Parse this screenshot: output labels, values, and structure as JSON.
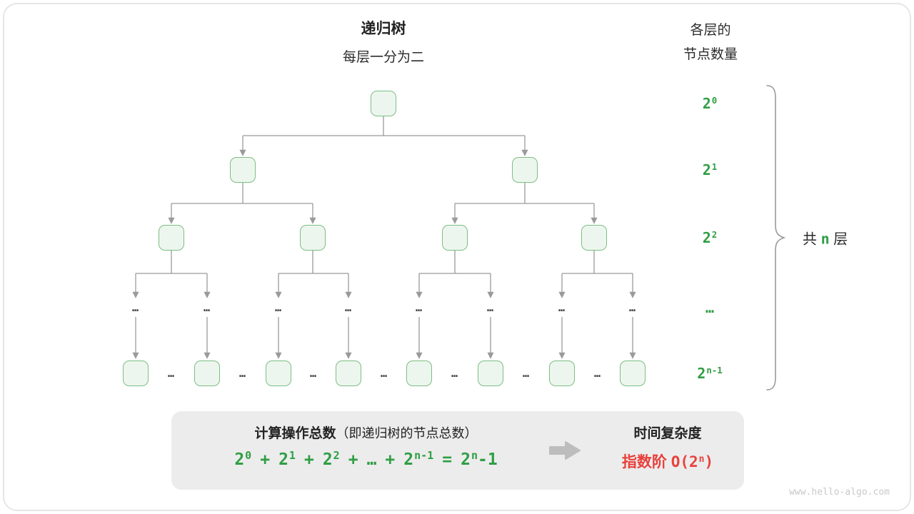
{
  "title": "递归树",
  "subtitle": "每层一分为二",
  "right_header_line1": "各层的",
  "right_header_line2": "节点数量",
  "ellipsis": "…",
  "levels": [
    {
      "base": "2",
      "exp": "0"
    },
    {
      "base": "2",
      "exp": "1"
    },
    {
      "base": "2",
      "exp": "2"
    },
    {
      "ellipsis": "…"
    },
    {
      "base": "2",
      "exp": "n-1"
    }
  ],
  "brace": {
    "pre": "共 ",
    "n": "n",
    "post": " 层"
  },
  "summary": {
    "ops_title": "计算操作总数",
    "ops_note": "（即递归树的节点总数）",
    "formula": {
      "t1": {
        "base": "2",
        "exp": "0"
      },
      "t2": {
        "base": "2",
        "exp": "1"
      },
      "t3": {
        "base": "2",
        "exp": "2"
      },
      "t4": {
        "base": "2",
        "exp": "n-1"
      },
      "t5": {
        "base": "2",
        "exp": "n",
        "tail": "-1"
      },
      "plus": "+",
      "dots": "…",
      "equals": "="
    },
    "tc_title": "时间复杂度",
    "tc_prefix": "指数阶 ",
    "tc_o": "O(2",
    "tc_exp": "n",
    "tc_close": ")"
  },
  "watermark": "www.hello-algo.com",
  "colors": {
    "node_fill": "#edf6ee",
    "node_border": "#7cbe84",
    "green_text": "#2f9e44",
    "red_text": "#e8413c",
    "line_gray": "#9a9a9a",
    "box_bg": "#ececec"
  }
}
